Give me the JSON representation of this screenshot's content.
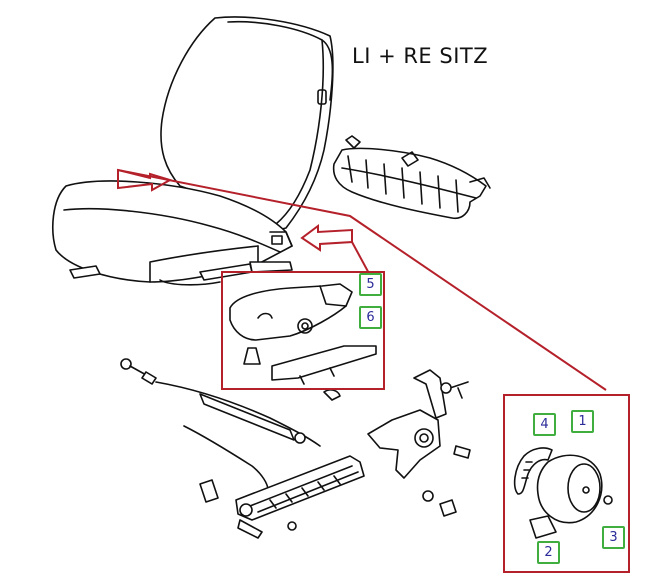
{
  "title": "LI + RE SITZ",
  "parts": [
    {
      "id": "part-1",
      "number": "1"
    },
    {
      "id": "part-2",
      "number": "2"
    },
    {
      "id": "part-3",
      "number": "3"
    },
    {
      "id": "part-4",
      "number": "4"
    },
    {
      "id": "part-5",
      "number": "5"
    },
    {
      "id": "part-6",
      "number": "6"
    }
  ],
  "colors": {
    "highlight": "#b5212b",
    "badge_border": "#3fae3f",
    "badge_text": "#2b2b9a",
    "line_art": "#111111"
  }
}
